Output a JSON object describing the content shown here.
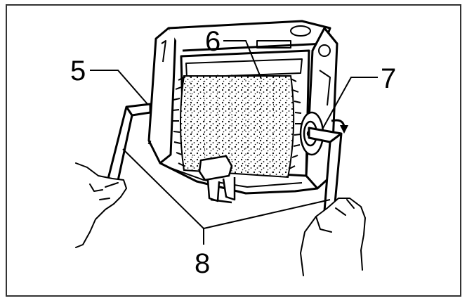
{
  "callouts": {
    "c5": "5",
    "c6": "6",
    "c7": "7",
    "c8": "8"
  },
  "colors": {
    "line": "#000000",
    "paper": "#ffffff",
    "frame": "#333333"
  }
}
